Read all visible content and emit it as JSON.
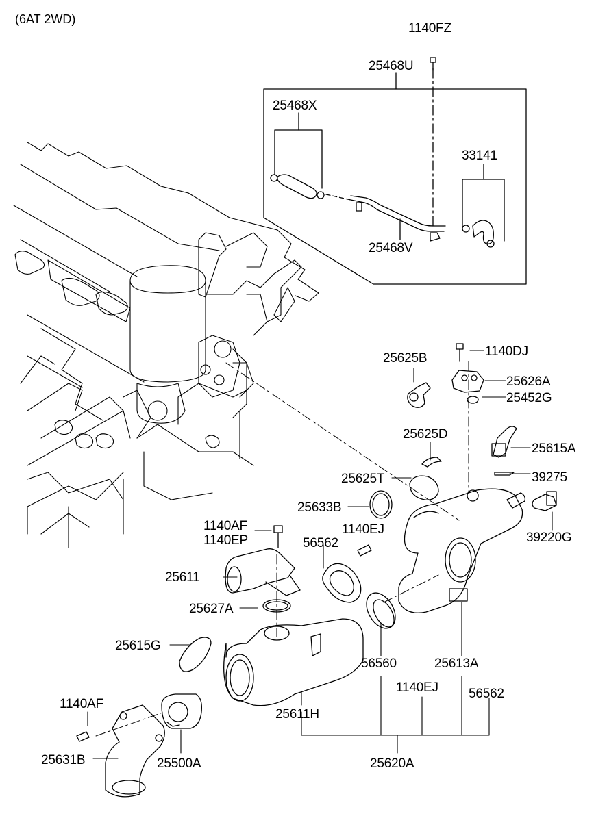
{
  "header": "(6AT 2WD)",
  "labels": {
    "p1140FZ": "1140FZ",
    "p25468U": "25468U",
    "p25468X": "25468X",
    "p33141": "33141",
    "p25468V": "25468V",
    "p25625B": "25625B",
    "p1140DJ": "1140DJ",
    "p25626A": "25626A",
    "p25452G": "25452G",
    "p25625D": "25625D",
    "p25615A": "25615A",
    "p25625T": "25625T",
    "p39275": "39275",
    "p25633B": "25633B",
    "p1140AF_a": "1140AF",
    "p1140EP": "1140EP",
    "p1140EJ_a": "1140EJ",
    "p39220G": "39220G",
    "p56562_a": "56562",
    "p25611": "25611",
    "p25627A": "25627A",
    "p25615G": "25615G",
    "p56560": "56560",
    "p25613A": "25613A",
    "p1140EJ_b": "1140EJ",
    "p1140AF_b": "1140AF",
    "p56562_b": "56562",
    "p25611H": "25611H",
    "p25631B": "25631B",
    "p25500A": "25500A",
    "p25620A": "25620A"
  }
}
